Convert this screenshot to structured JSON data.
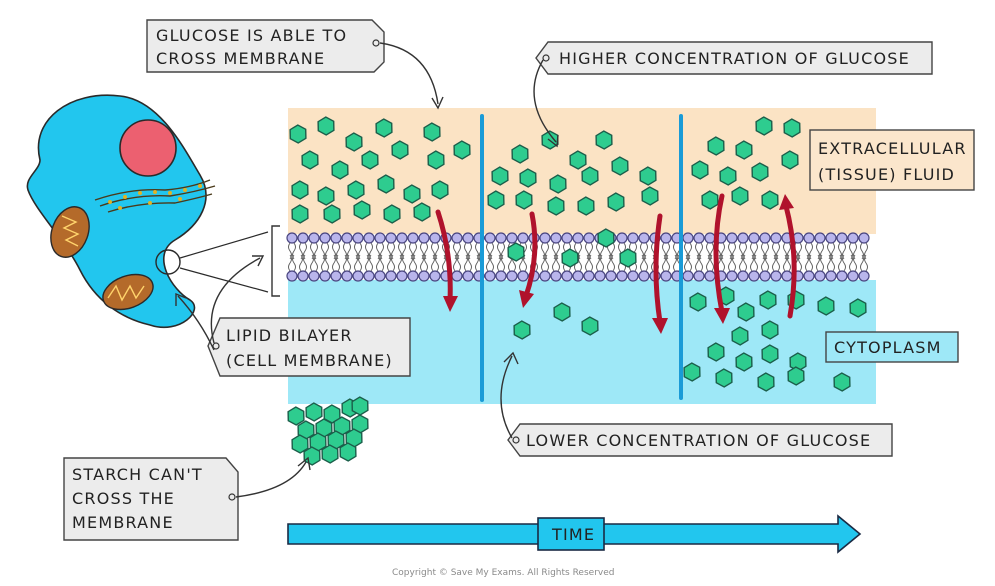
{
  "labels": {
    "glucose_cross_1": "GLUCOSE IS ABLE TO",
    "glucose_cross_2": "CROSS  MEMBRANE",
    "higher": "HIGHER CONCENTRATION OF GLUCOSE",
    "extracellular_1": "EXTRACELLULAR",
    "extracellular_2": "(TISSUE) FLUID",
    "lipid_1": "LIPID BILAYER",
    "lipid_2": "(CELL MEMBRANE)",
    "cytoplasm": "CYTOPLASM",
    "lower": "LOWER  CONCENTRATION  OF GLUCOSE",
    "starch_1": "STARCH  CAN'T",
    "starch_2": "CROSS  THE",
    "starch_3": "MEMBRANE",
    "time": "TIME"
  },
  "copyright": "Copyright © Save My Exams. All Rights Reserved",
  "colors": {
    "extracellular": "#fbe3c4",
    "cytoplasm": "#9ee8f7",
    "glucose": "#2ecc8f",
    "membrane_head": "#b9b5ec",
    "arrow_red": "#b0122c",
    "divider": "#1a9bd7",
    "cell_body": "#22c6ee",
    "nucleus": "#ec6070"
  }
}
